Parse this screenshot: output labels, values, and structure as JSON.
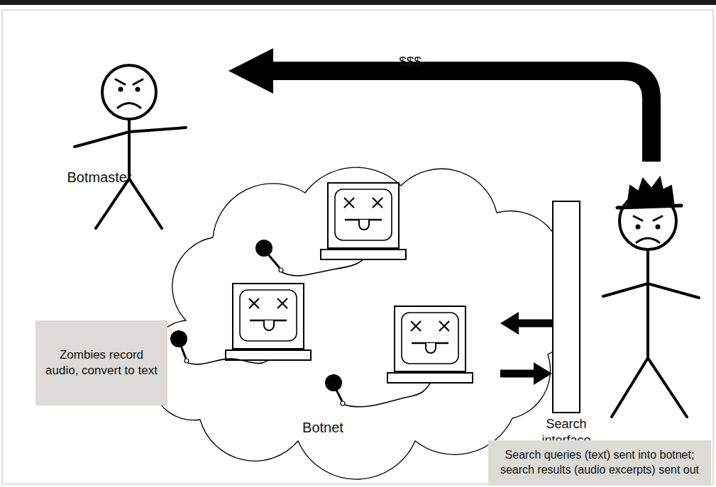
{
  "diagram": {
    "nodes": [
      {
        "text": [
          "Botnet"
        ]
      },
      {
        "text": [
          "Search interface"
        ]
      },
      {
        "text": [
          "Zombies record audio, convert to text"
        ]
      },
      {
        "text": [
          "Search queries (text) sent into botnet; search results (audio excerpts) sent out"
        ]
      }
    ],
    "edges": [
      {
        "from": 1,
        "to": 0,
        "arrow": "to"
      },
      {
        "from": 0,
        "to": 1,
        "arrow": "to"
      }
    ],
    "labels": [
      "Botmaster",
      "$$$"
    ]
  }
}
